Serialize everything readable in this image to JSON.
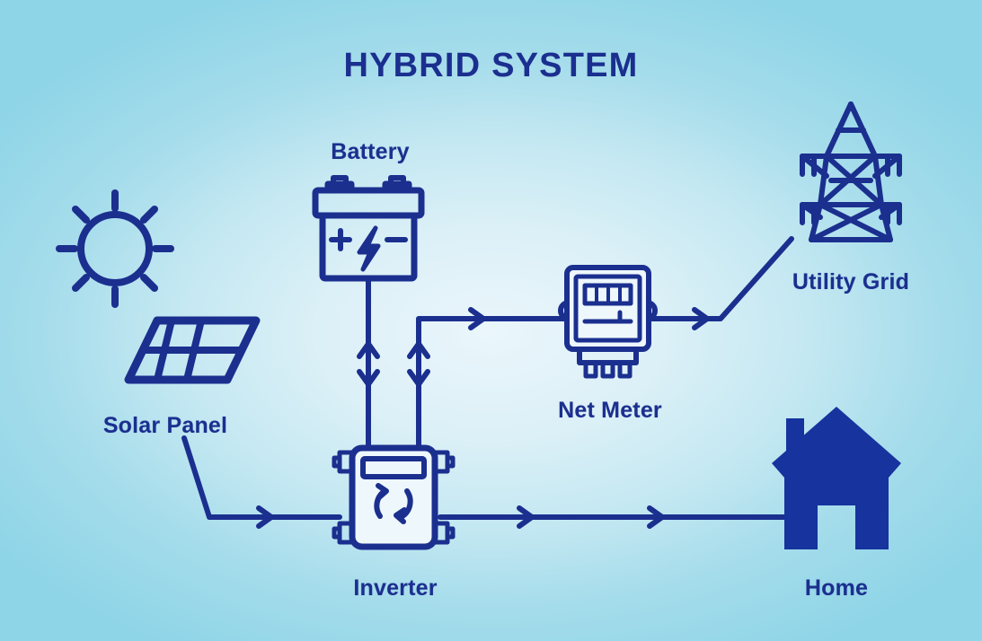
{
  "title": "HYBRID SYSTEM",
  "theme": {
    "line_color": "#1b2f8f",
    "accent_color": "#1b2f8f",
    "fill_color": "#16339e",
    "background_edge": "#8ed5e7",
    "background_center": "#eaf6fb"
  },
  "nodes": [
    {
      "id": "solar-panel",
      "label": "Solar Panel",
      "icon": "solar-panel-icon"
    },
    {
      "id": "battery",
      "label": "Battery",
      "icon": "battery-icon"
    },
    {
      "id": "inverter",
      "label": "Inverter",
      "icon": "inverter-icon"
    },
    {
      "id": "net-meter",
      "label": "Net Meter",
      "icon": "net-meter-icon"
    },
    {
      "id": "utility-grid",
      "label": "Utility Grid",
      "icon": "power-tower-icon"
    },
    {
      "id": "home",
      "label": "Home",
      "icon": "house-icon"
    }
  ],
  "connections": [
    {
      "from": "solar-panel",
      "to": "inverter",
      "direction": "one-way",
      "arrows": 1
    },
    {
      "from": "battery",
      "to": "inverter",
      "direction": "bidirectional",
      "arrows": 2
    },
    {
      "from": "inverter",
      "to": "net-meter",
      "direction": "bidirectional",
      "arrows": 2
    },
    {
      "from": "net-meter",
      "to": "utility-grid",
      "direction": "one-way",
      "arrows": 1
    },
    {
      "from": "inverter",
      "to": "home",
      "direction": "one-way",
      "arrows": 2
    }
  ],
  "battery_marks": {
    "positive": "+",
    "negative": "−",
    "symbol": "lightning-bolt"
  },
  "chart_data": {
    "type": "diagram",
    "title": "HYBRID SYSTEM",
    "nodes": [
      "Solar Panel",
      "Battery",
      "Inverter",
      "Net Meter",
      "Utility Grid",
      "Home"
    ],
    "edges": [
      [
        "Solar Panel",
        "Inverter"
      ],
      [
        "Battery",
        "Inverter"
      ],
      [
        "Inverter",
        "Net Meter"
      ],
      [
        "Net Meter",
        "Utility Grid"
      ],
      [
        "Inverter",
        "Home"
      ]
    ]
  }
}
